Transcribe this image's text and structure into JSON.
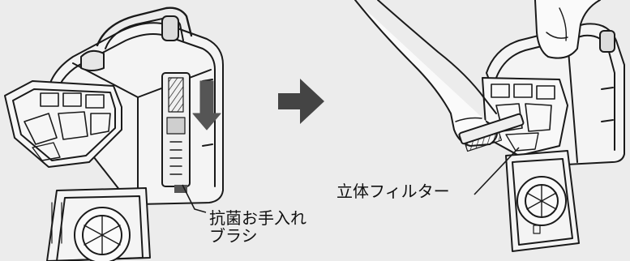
{
  "labels": {
    "brush_line1": "抗菌お手入れ",
    "brush_line2": "ブラシ",
    "filter": "立体フィルター"
  },
  "colors": {
    "background": "#ececec",
    "line": "#1a1a1a",
    "shade_dark": "#3a3a3a",
    "shade_mid": "#9a9a9a",
    "arrow": "#444444"
  },
  "icons": {
    "step_arrow": "arrow-right-icon",
    "slide_arrow": "arrow-down-icon"
  }
}
